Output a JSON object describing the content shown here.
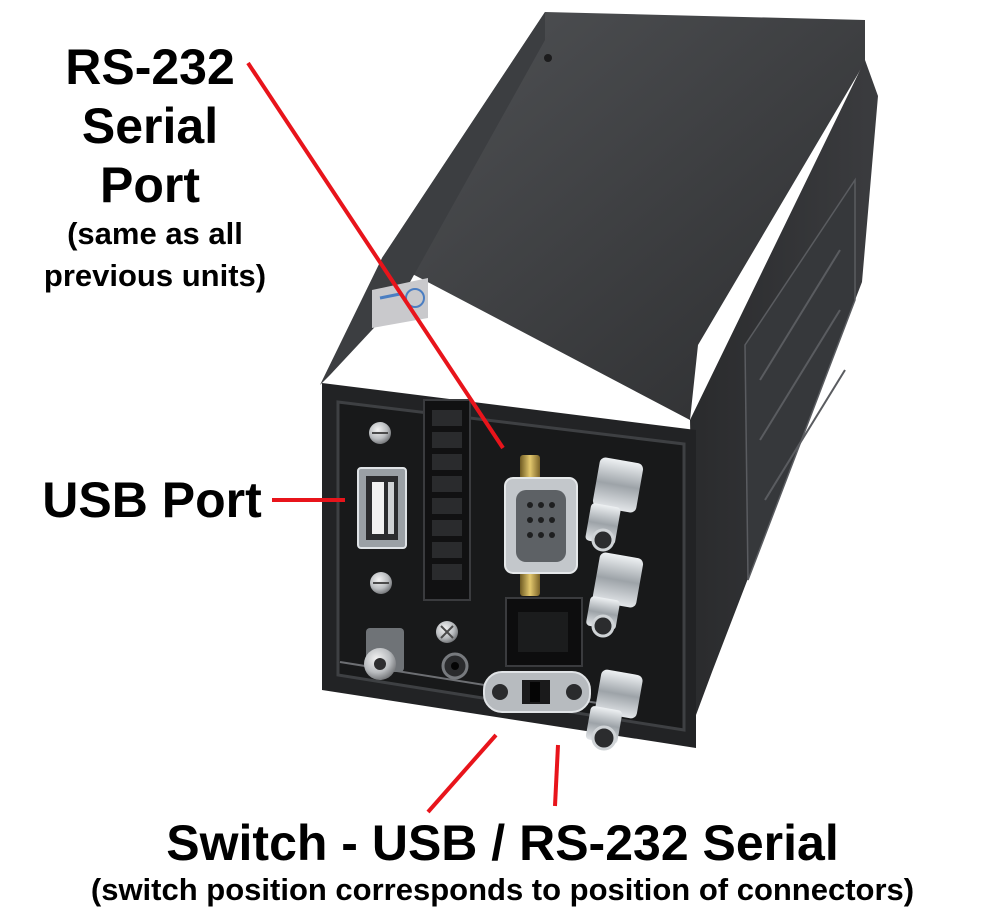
{
  "labels": {
    "rs232": {
      "line1": "RS-232",
      "line2": "Serial",
      "line3": "Port",
      "note1": "(same as all",
      "note2": "previous units)"
    },
    "usb": {
      "text": "USB Port"
    },
    "switch": {
      "title": "Switch - USB / RS-232 Serial",
      "note": "(switch position corresponds to position of connectors)"
    }
  },
  "colors": {
    "callout_line": "#e8141b",
    "device_body": "#2d2e30",
    "text": "#000000"
  }
}
